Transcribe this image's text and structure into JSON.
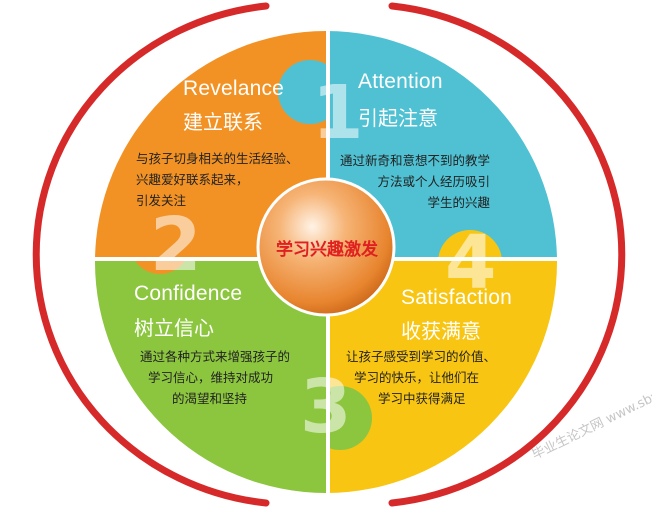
{
  "quadrants": [
    {
      "number": "1",
      "title_en": "Attention",
      "title_zh": "引起注意",
      "desc_lines": [
        "通过新奇和意想不到的教学",
        "方法或个人经历吸引",
        "学生的兴趣"
      ],
      "color": "#4fc1d3"
    },
    {
      "number": "2",
      "title_en": "Revelance",
      "title_zh": "建立联系",
      "desc_lines": [
        "与孩子切身相关的生活经验、",
        "兴趣爱好联系起来，",
        "引发关注"
      ],
      "color": "#f39224"
    },
    {
      "number": "3",
      "title_en": "Confidence",
      "title_zh": "树立信心",
      "desc_lines": [
        "通过各种方式来增强孩子的",
        "学习信心，维持对成功",
        "的渴望和坚持"
      ],
      "color": "#8cc63f"
    },
    {
      "number": "4",
      "title_en": "Satisfaction",
      "title_zh": "收获满意",
      "desc_lines": [
        "让孩子感受到学习的价值、",
        "学习的快乐，让他们在",
        "学习中获得满足"
      ],
      "color": "#f8c512"
    }
  ],
  "center": {
    "label": "学习兴趣激发"
  },
  "watermark": {
    "text": "毕业生论文网 www.sbvv.com"
  },
  "colors": {
    "outer_ring": "#d62a2a",
    "center_ball": "#f3a35c"
  }
}
